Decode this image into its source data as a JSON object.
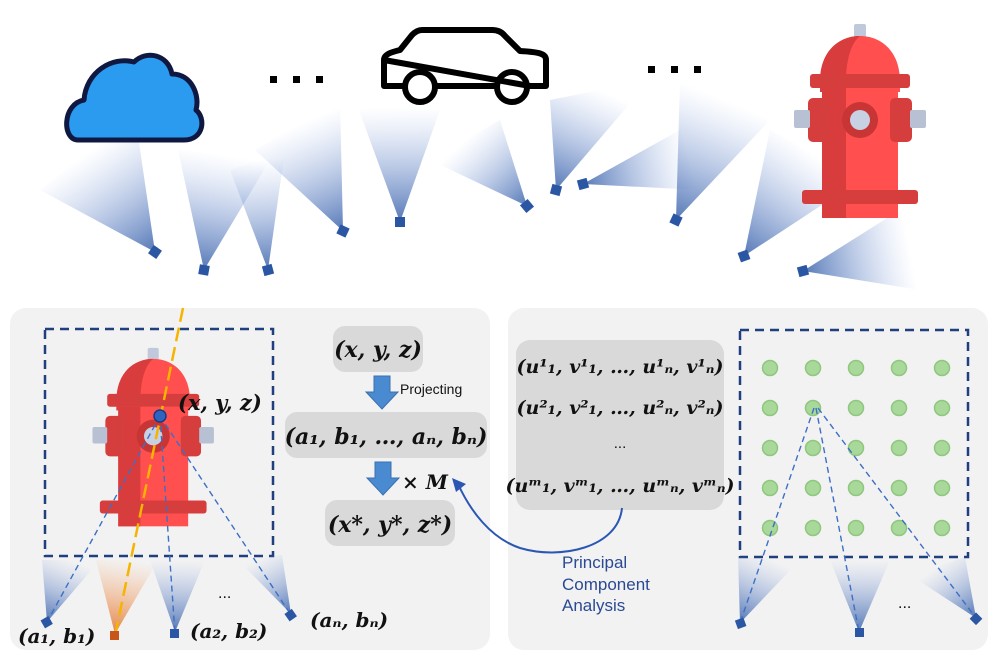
{
  "top_scene": {
    "objects": [
      {
        "name": "cloud",
        "icon": "cloud-icon",
        "color": "#2a9bef"
      },
      {
        "name": "ellipsis-1",
        "text": "..."
      },
      {
        "name": "car",
        "icon": "car-icon"
      },
      {
        "name": "ellipsis-2",
        "text": "..."
      },
      {
        "name": "hydrant",
        "icon": "fire-hydrant-icon",
        "color": "#ff4f4f"
      }
    ],
    "camera_count": 11
  },
  "left_panel": {
    "point_label": "(x, y, z)",
    "camera_labels": {
      "cam1": "(a₁, b₁)",
      "cam2": "(a₂, b₂)",
      "camn": "(aₙ, bₙ)",
      "ellipsis": "..."
    }
  },
  "pipeline": {
    "input": "(x, y, z)",
    "step1_label": "Projecting",
    "projected": "(a₁, b₁, …, aₙ, bₙ)",
    "step2_label": "× M",
    "output": "(x*, y*, z*)"
  },
  "right_panel": {
    "matrix_rows": [
      {
        "u": "u",
        "sub1": "1",
        "sup": "1",
        "text": "(u¹₁, v¹₁, …, u¹ₙ, v¹ₙ)"
      },
      {
        "u": "u",
        "sub1": "1",
        "sup": "2",
        "text": "(u²₁, v²₁, …, u²ₙ, v²ₙ)"
      },
      {
        "text": "..."
      },
      {
        "sup": "m",
        "text": "(uᵐ₁, vᵐ₁, …, uᵐₙ, vᵐₙ)"
      }
    ],
    "pca_label": [
      "Principal",
      "Component",
      "Analysis"
    ],
    "grid": {
      "rows": 5,
      "cols": 5,
      "color": "#a8d89a"
    },
    "camera_ellipsis": "..."
  },
  "colors": {
    "camera": "#2a56a4",
    "dashed_box": "#1f3f7f",
    "panel_bg": "#f2f2f2",
    "orange_ray": "#f5b400",
    "orange_camera": "#d0601a",
    "arrow": "#4a8ad0"
  }
}
